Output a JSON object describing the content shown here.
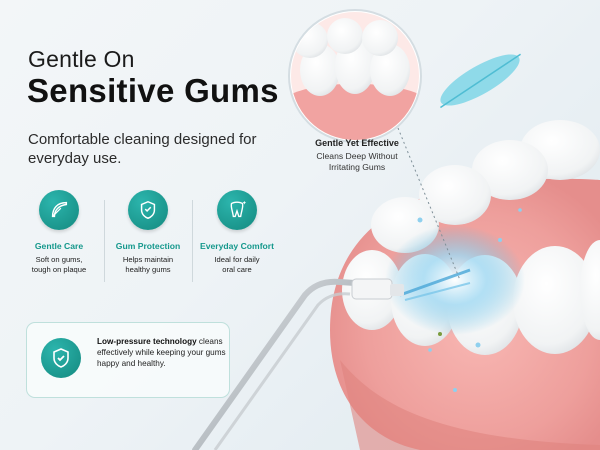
{
  "headline": {
    "line1": "Gentle On",
    "line2": "Sensitive Gums"
  },
  "subtitle": "Comfortable cleaning designed for everyday use.",
  "features": [
    {
      "icon": "feather-icon",
      "title": "Gentle Care",
      "desc_line1": "Soft on gums,",
      "desc_line2": "tough on plaque"
    },
    {
      "icon": "tooth-shield-icon",
      "title": "Gum Protection",
      "desc_line1": "Helps maintain",
      "desc_line2": "healthy gums"
    },
    {
      "icon": "sparkle-tooth-icon",
      "title": "Everyday Comfort",
      "desc_line1": "Ideal for daily",
      "desc_line2": "oral care"
    }
  ],
  "low_pressure": {
    "title": "Low-pressure technology",
    "desc": "cleans effectively while keeping your gums happy and healthy.",
    "icon": "shield-check-icon"
  },
  "callout": {
    "title": "Gentle Yet Effective",
    "desc_line1": "Cleans Deep Without",
    "desc_line2": "Irritating Gums"
  },
  "colors": {
    "accent": "#15988c",
    "gum": "#f3a9a7",
    "water": "#5fb9e0",
    "feather": "#7fd6e6"
  }
}
